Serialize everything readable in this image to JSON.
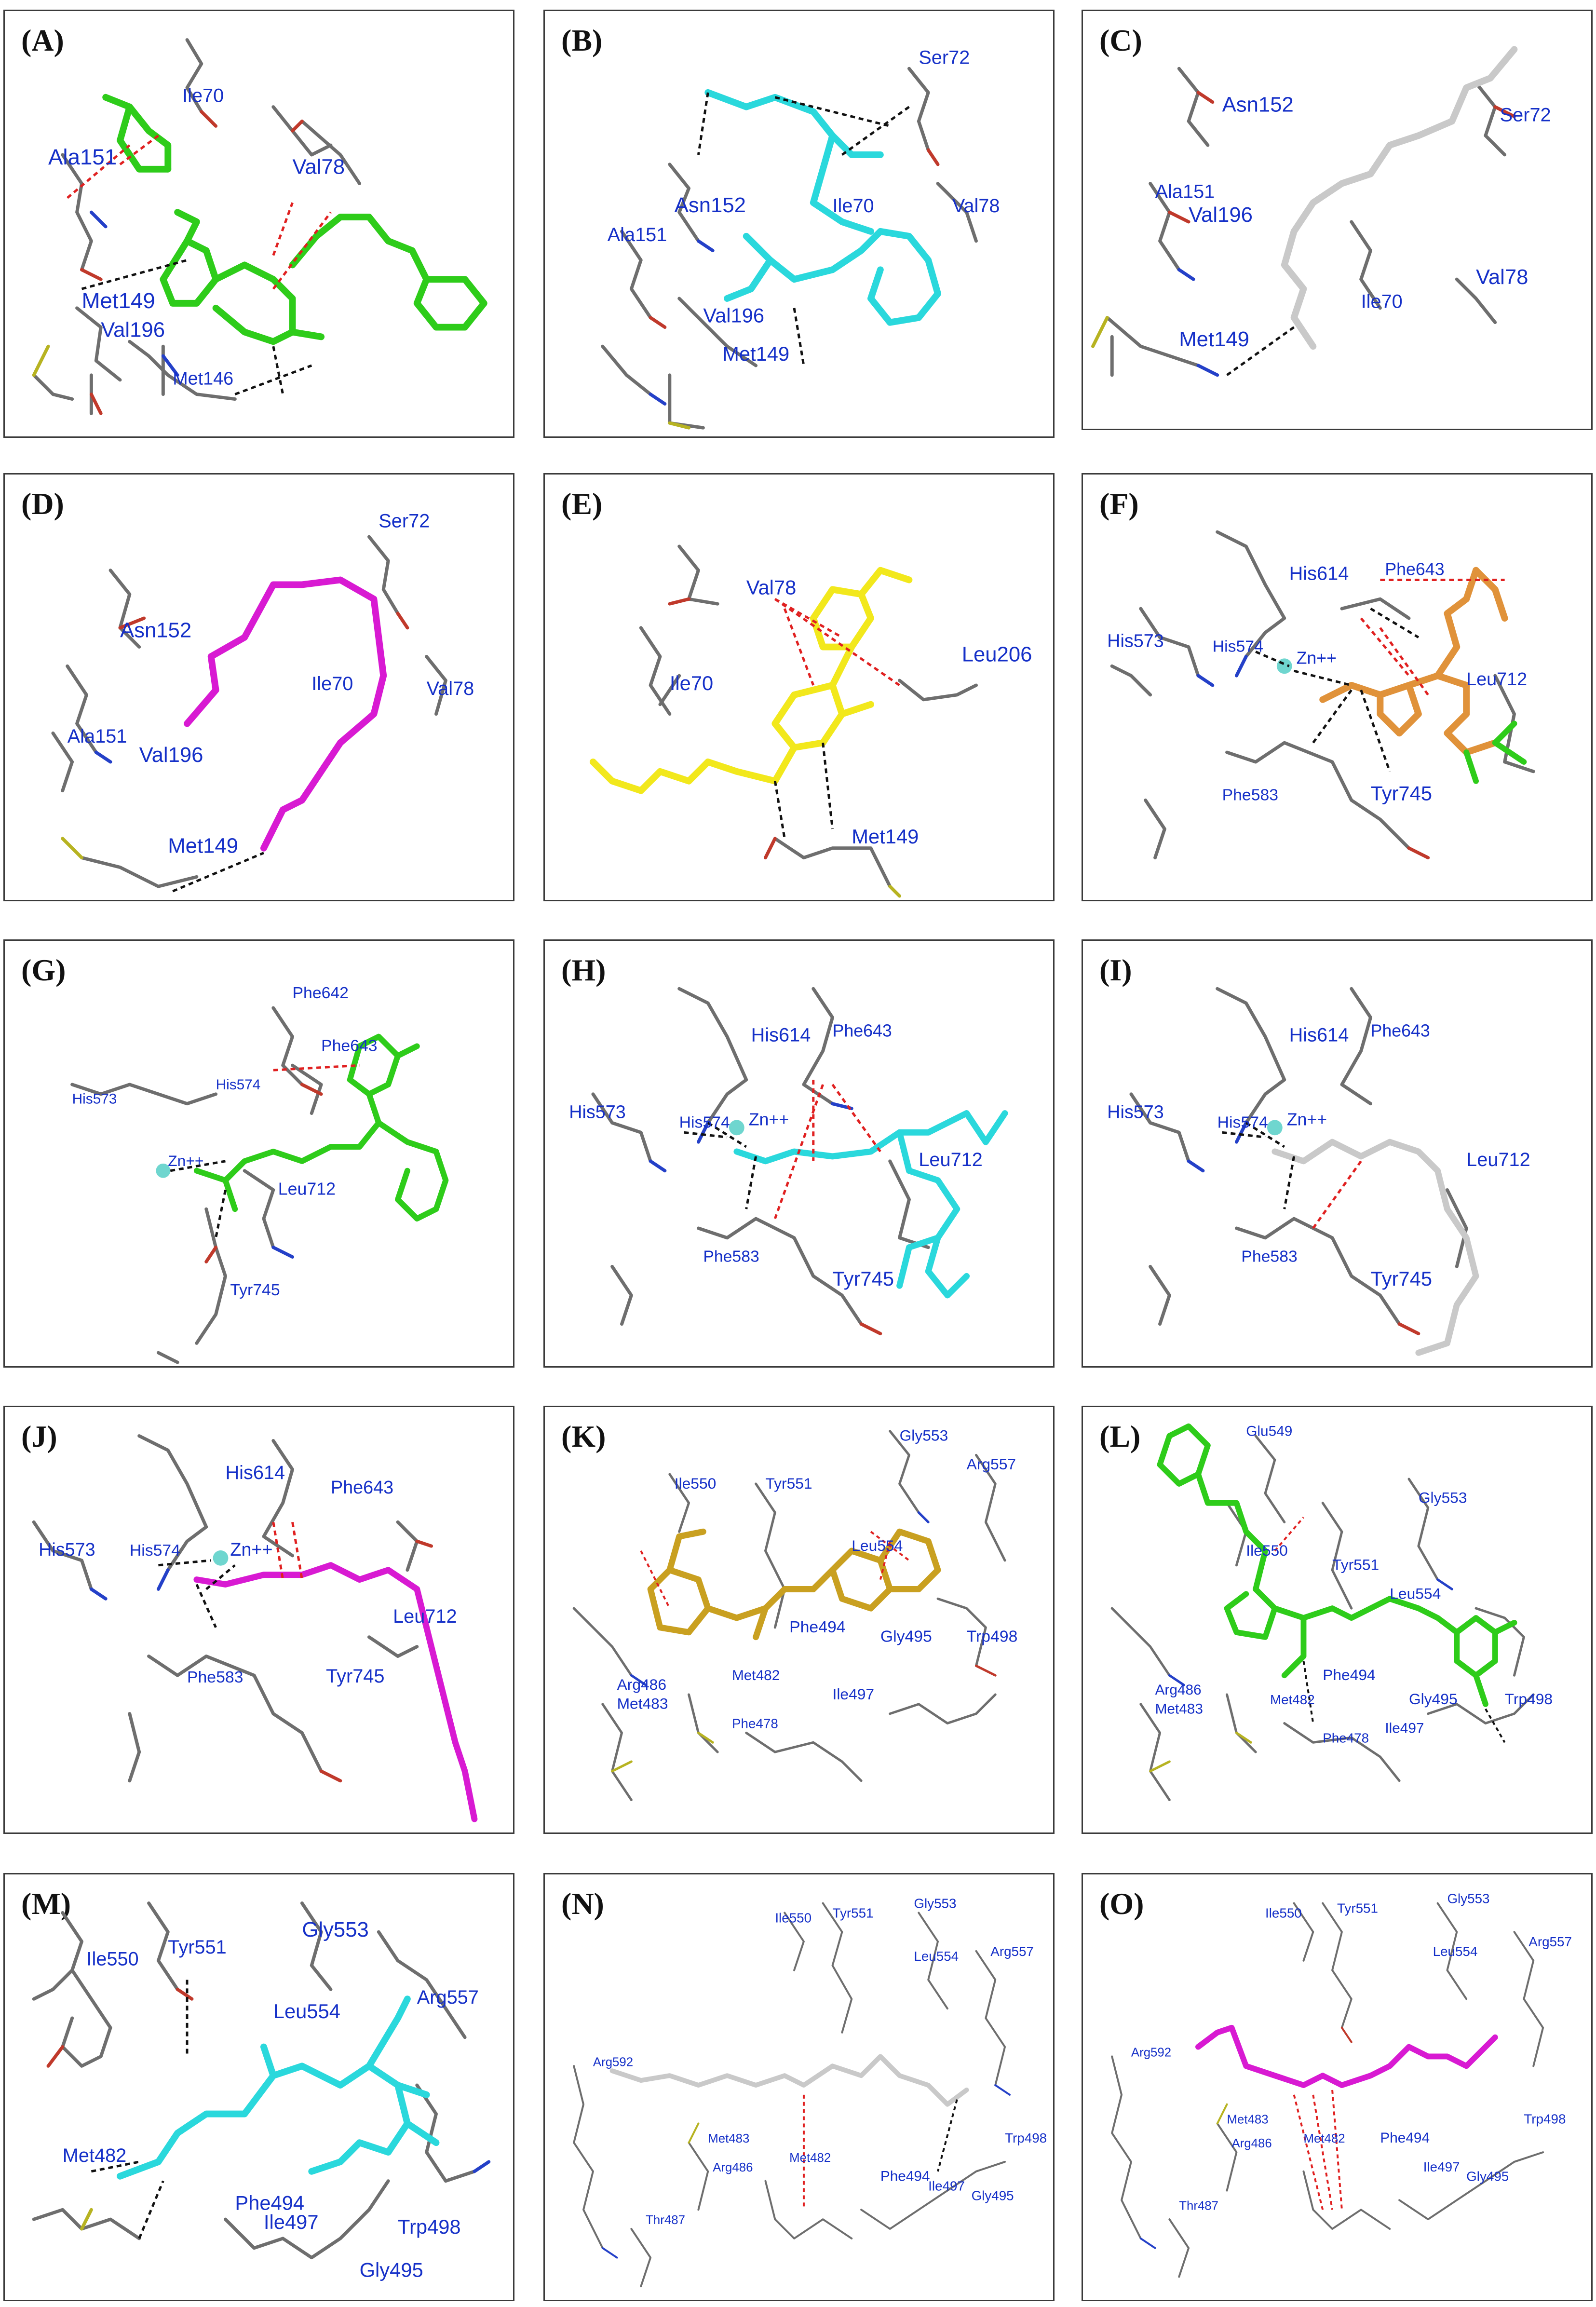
{
  "colors": {
    "residue": "#6e6e6e",
    "oxygen": "#c0392b",
    "nitrogen": "#2440c8",
    "sulfur": "#b7b321",
    "hydrogen": "#cfcfcf",
    "hbond": "#111111",
    "pi_interaction": "#e02020",
    "zinc": "#6fd6cf",
    "label": "#1530c8"
  },
  "panels": [
    {
      "letter": "(A)",
      "ligand_color": "#2ecc1a",
      "labels": [
        "Ile70",
        "Ala151",
        "Val78",
        "Met149",
        "Val196",
        "Met146"
      ]
    },
    {
      "letter": "(B)",
      "ligand_color": "#2ad8dc",
      "labels": [
        "Ser72",
        "Asn152",
        "Ala151",
        "Ile70",
        "Val78",
        "Val196",
        "Met149"
      ]
    },
    {
      "letter": "(C)",
      "ligand_color": "#c9c9c9",
      "labels": [
        "Asn152",
        "Ser72",
        "Ala151",
        "Val196",
        "Ile70",
        "Val78",
        "Met149"
      ]
    },
    {
      "letter": "(D)",
      "ligand_color": "#d81ad2",
      "labels": [
        "Ser72",
        "Asn152",
        "Ala151",
        "Ile70",
        "Val78",
        "Val196",
        "Met149"
      ]
    },
    {
      "letter": "(E)",
      "ligand_color": "#f2e81c",
      "labels": [
        "Val78",
        "Leu206",
        "Ile70",
        "Met149"
      ]
    },
    {
      "letter": "(F)",
      "ligand_color": "#e0923a",
      "labels": [
        "His614",
        "Phe643",
        "His573",
        "His574",
        "Zn++",
        "Leu712",
        "Phe583",
        "Tyr745"
      ]
    },
    {
      "letter": "(G)",
      "ligand_color": "#2ecc1a",
      "labels": [
        "Phe642",
        "Phe643",
        "His573",
        "His574",
        "Zn++",
        "Leu712",
        "Tyr745"
      ]
    },
    {
      "letter": "(H)",
      "ligand_color": "#2ad8dc",
      "labels": [
        "His614",
        "Phe643",
        "His573",
        "His574",
        "Zn++",
        "Leu712",
        "Phe583",
        "Tyr745"
      ]
    },
    {
      "letter": "(I)",
      "ligand_color": "#c9c9c9",
      "labels": [
        "His614",
        "Phe643",
        "His573",
        "His574",
        "Zn++",
        "Leu712",
        "Phe583",
        "Tyr745"
      ]
    },
    {
      "letter": "(J)",
      "ligand_color": "#d81ad2",
      "labels": [
        "His614",
        "Phe643",
        "His573",
        "His574",
        "Zn++",
        "Leu712",
        "Phe583",
        "Tyr745"
      ]
    },
    {
      "letter": "(K)",
      "ligand_color": "#c9a020",
      "labels": [
        "Gly553",
        "Arg557",
        "Ile550",
        "Tyr551",
        "Leu554",
        "Phe494",
        "Gly495",
        "Trp498",
        "Arg486",
        "Met483",
        "Met482",
        "Ile497",
        "Phe478"
      ]
    },
    {
      "letter": "(L)",
      "ligand_color": "#2ecc1a",
      "labels": [
        "Glu549",
        "Gly553",
        "Ile550",
        "Tyr551",
        "Leu554",
        "Phe494",
        "Arg486",
        "Met483",
        "Met482",
        "Gly495",
        "Trp498",
        "Ile497",
        "Phe478"
      ]
    },
    {
      "letter": "(M)",
      "ligand_color": "#2ad8dc",
      "labels": [
        "Ile550",
        "Tyr551",
        "Gly553",
        "Leu554",
        "Arg557",
        "Met482",
        "Phe494",
        "Ile497",
        "Trp498",
        "Gly495"
      ]
    },
    {
      "letter": "(N)",
      "ligand_color": "#c9c9c9",
      "labels": [
        "Gly553",
        "Ile550",
        "Tyr551",
        "Leu554",
        "Arg557",
        "Arg592",
        "Met483",
        "Met482",
        "Arg486",
        "Phe494",
        "Ile497",
        "Gly495",
        "Trp498",
        "Thr487"
      ]
    },
    {
      "letter": "(O)",
      "ligand_color": "#d81ad2",
      "labels": [
        "Gly553",
        "Ile550",
        "Tyr551",
        "Arg557",
        "Leu554",
        "Arg592",
        "Met483",
        "Met482",
        "Arg486",
        "Phe494",
        "Ile497",
        "Gly495",
        "Trp498",
        "Thr487"
      ]
    }
  ]
}
